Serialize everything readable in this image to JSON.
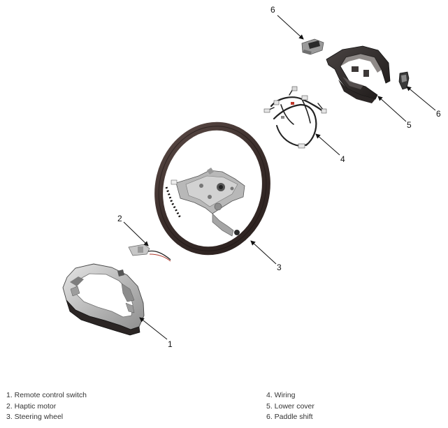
{
  "callouts": [
    {
      "number": "1"
    },
    {
      "number": "2"
    },
    {
      "number": "3"
    },
    {
      "number": "4"
    },
    {
      "number": "5"
    },
    {
      "number": "6"
    },
    {
      "number": "6"
    }
  ],
  "legend": {
    "left": [
      "1. Remote control switch",
      "2. Haptic motor",
      "3. Steering wheel"
    ],
    "right": [
      "4. Wiring",
      "5. Lower cover",
      "6. Paddle shift"
    ]
  }
}
